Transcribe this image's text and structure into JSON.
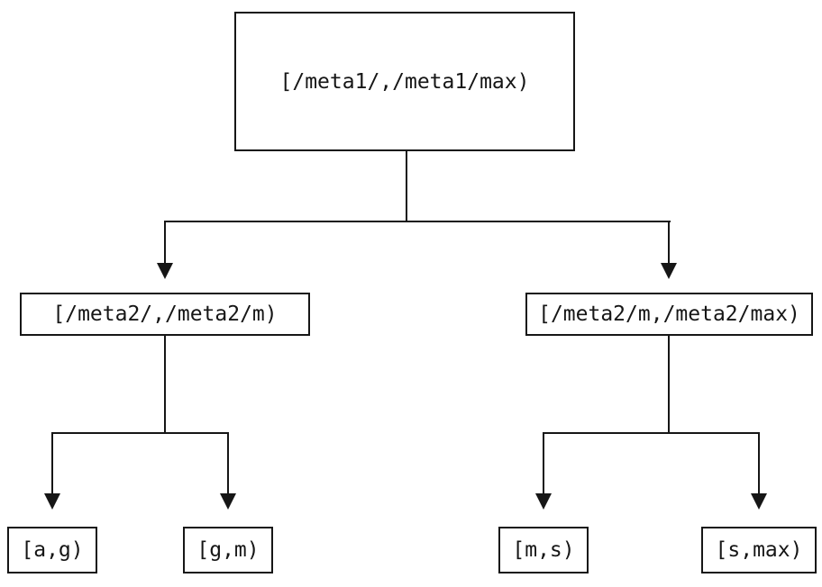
{
  "diagram": {
    "type": "tree",
    "description": "Key-range split tree: a meta1 range splits into two meta2 ranges, each of which splits into two user key ranges.",
    "root": {
      "label": "[/meta1/,/meta1/max)"
    },
    "level2": [
      {
        "label": "[/meta2/,/meta2/m)"
      },
      {
        "label": "[/meta2/m,/meta2/max)"
      }
    ],
    "leaves": [
      {
        "label": "[a,g)"
      },
      {
        "label": "[g,m)"
      },
      {
        "label": "[m,s)"
      },
      {
        "label": "[s,max)"
      }
    ],
    "edges": [
      {
        "from": "root",
        "to": "level2.0"
      },
      {
        "from": "root",
        "to": "level2.1"
      },
      {
        "from": "level2.0",
        "to": "leaves.0"
      },
      {
        "from": "level2.0",
        "to": "leaves.1"
      },
      {
        "from": "level2.1",
        "to": "leaves.2"
      },
      {
        "from": "level2.1",
        "to": "leaves.3"
      }
    ],
    "icons": {
      "arrowhead": "filled-triangle-down"
    }
  },
  "theme": {
    "background": "#ffffff",
    "node_background": "#ffffff",
    "line_color": "#161616",
    "text_color": "#161616"
  }
}
